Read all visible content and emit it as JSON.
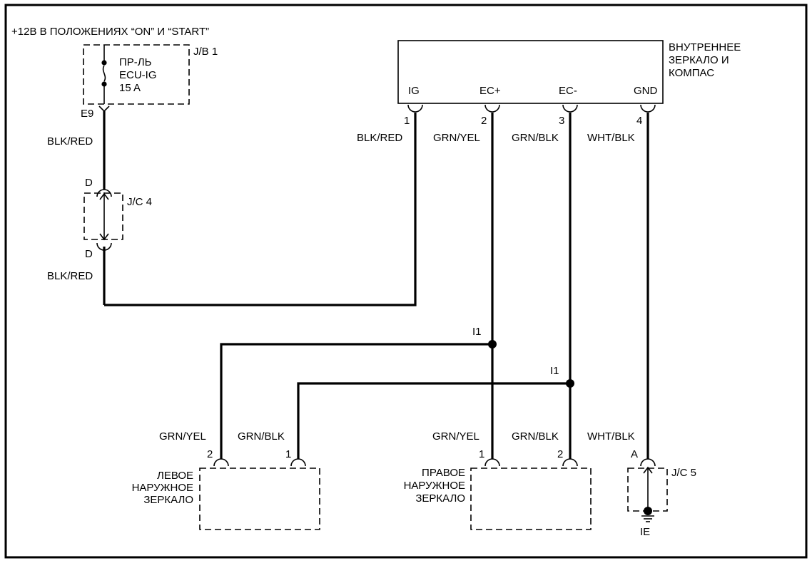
{
  "power_label": "+12В В ПОЛОЖЕНИЯХ “ON” И “START”",
  "jb1": {
    "name": "J/B 1",
    "fuse_line1": "ПР-ЛЬ",
    "fuse_line2": "ECU-IG",
    "fuse_line3": "15 A",
    "connector": "E9"
  },
  "wire_blk_red": "BLK/RED",
  "jc4": {
    "name": "J/C 4",
    "top_pin": "D",
    "bottom_pin": "D"
  },
  "mirror_unit": {
    "name_line1": "ВНУТРЕННЕЕ",
    "name_line2": "ЗЕРКАЛО И",
    "name_line3": "КОМПАС",
    "terminals": [
      {
        "name": "IG",
        "pin": "1",
        "wire": "BLK/RED"
      },
      {
        "name": "EC+",
        "pin": "2",
        "wire": "GRN/YEL"
      },
      {
        "name": "EC-",
        "pin": "3",
        "wire": "GRN/BLK"
      },
      {
        "name": "GND",
        "pin": "4",
        "wire": "WHT/BLK"
      }
    ]
  },
  "splice_i1": "I1",
  "left_mirror": {
    "name_line1": "ЛЕВОЕ",
    "name_line2": "НАРУЖНОЕ",
    "name_line3": "ЗЕРКАЛО",
    "pins": [
      {
        "pin": "2",
        "wire": "GRN/YEL"
      },
      {
        "pin": "1",
        "wire": "GRN/BLK"
      }
    ]
  },
  "right_mirror": {
    "name_line1": "ПРАВОЕ",
    "name_line2": "НАРУЖНОЕ",
    "name_line3": "ЗЕРКАЛО",
    "pins": [
      {
        "pin": "1",
        "wire": "GRN/YEL"
      },
      {
        "pin": "2",
        "wire": "GRN/BLK"
      }
    ]
  },
  "jc5": {
    "name": "J/C 5",
    "pin": "A",
    "wire": "WHT/BLK",
    "ground": "IE"
  }
}
